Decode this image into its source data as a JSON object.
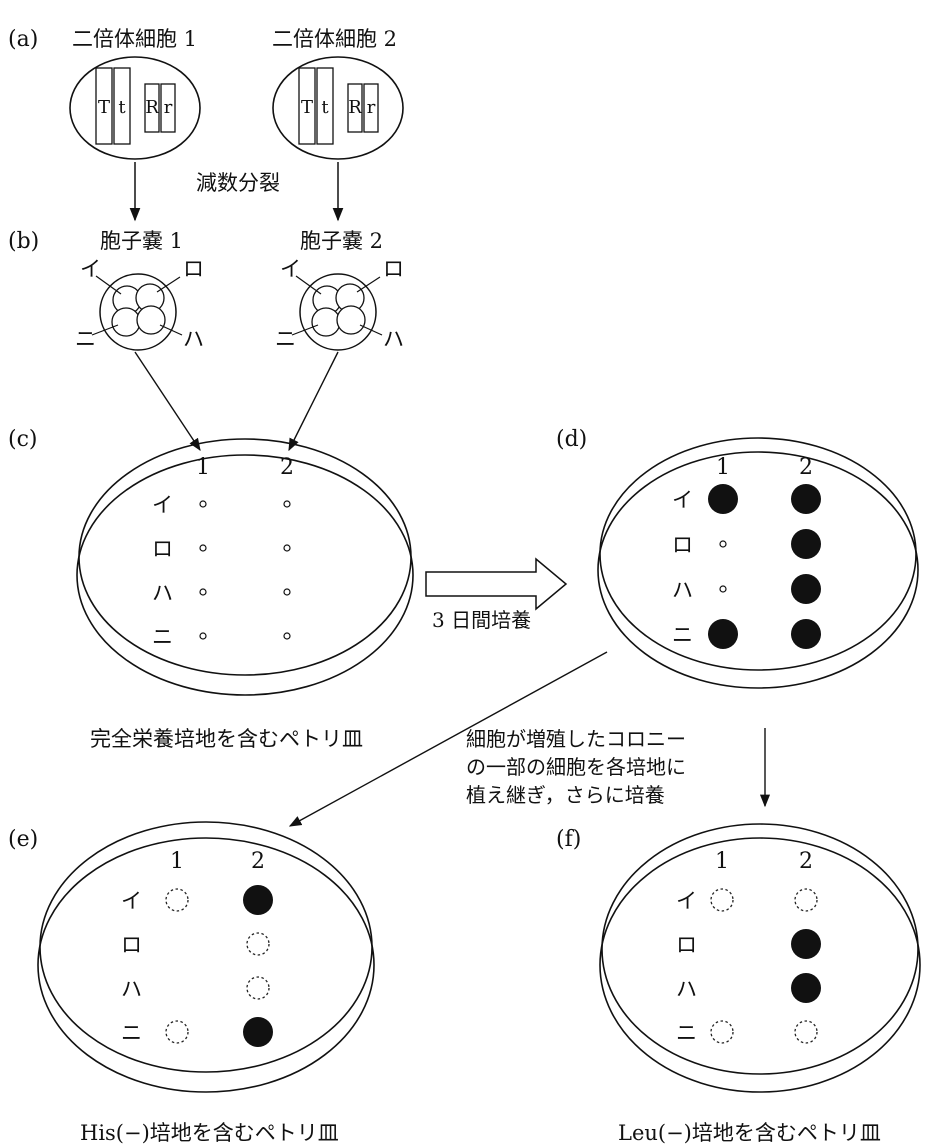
{
  "panels": {
    "a": "(a)",
    "b": "(b)",
    "c": "(c)",
    "d": "(d)",
    "e": "(e)",
    "f": "(f)"
  },
  "cells": [
    {
      "title": "二倍体細胞 1",
      "genes": [
        "T",
        "t",
        "R",
        "r"
      ]
    },
    {
      "title": "二倍体細胞 2",
      "genes": [
        "T",
        "t",
        "R",
        "r"
      ]
    }
  ],
  "meiosis_label": "減数分裂",
  "asci": [
    {
      "title": "胞子嚢 1",
      "spores": [
        "イ",
        "ロ",
        "ニ",
        "ハ"
      ]
    },
    {
      "title": "胞子嚢 2",
      "spores": [
        "イ",
        "ロ",
        "ニ",
        "ハ"
      ]
    }
  ],
  "columns": [
    "1",
    "2"
  ],
  "rows": [
    "イ",
    "ロ",
    "ハ",
    "ニ"
  ],
  "culture_label": "3 日間培養",
  "transfer_note": [
    "細胞が増殖したコロニー",
    "の一部の細胞を各培地に",
    "植え継ぎ，さらに培養"
  ],
  "plates": {
    "c": {
      "caption": "完全栄養培地を含むペトリ皿",
      "growth": [
        [
          "dot",
          "dot"
        ],
        [
          "dot",
          "dot"
        ],
        [
          "dot",
          "dot"
        ],
        [
          "dot",
          "dot"
        ]
      ]
    },
    "d": {
      "caption": "",
      "growth": [
        [
          "colony",
          "colony"
        ],
        [
          "dot",
          "colony"
        ],
        [
          "dot",
          "colony"
        ],
        [
          "colony",
          "colony"
        ]
      ]
    },
    "e": {
      "caption": "His(−)培地を含むペトリ皿",
      "growth": [
        [
          "none",
          "colony"
        ],
        [
          "absent",
          "none"
        ],
        [
          "absent",
          "none"
        ],
        [
          "none",
          "colony"
        ]
      ]
    },
    "f": {
      "caption": "Leu(−)培地を含むペトリ皿",
      "growth": [
        [
          "none",
          "none"
        ],
        [
          "absent",
          "colony"
        ],
        [
          "absent",
          "colony"
        ],
        [
          "none",
          "none"
        ]
      ]
    }
  }
}
